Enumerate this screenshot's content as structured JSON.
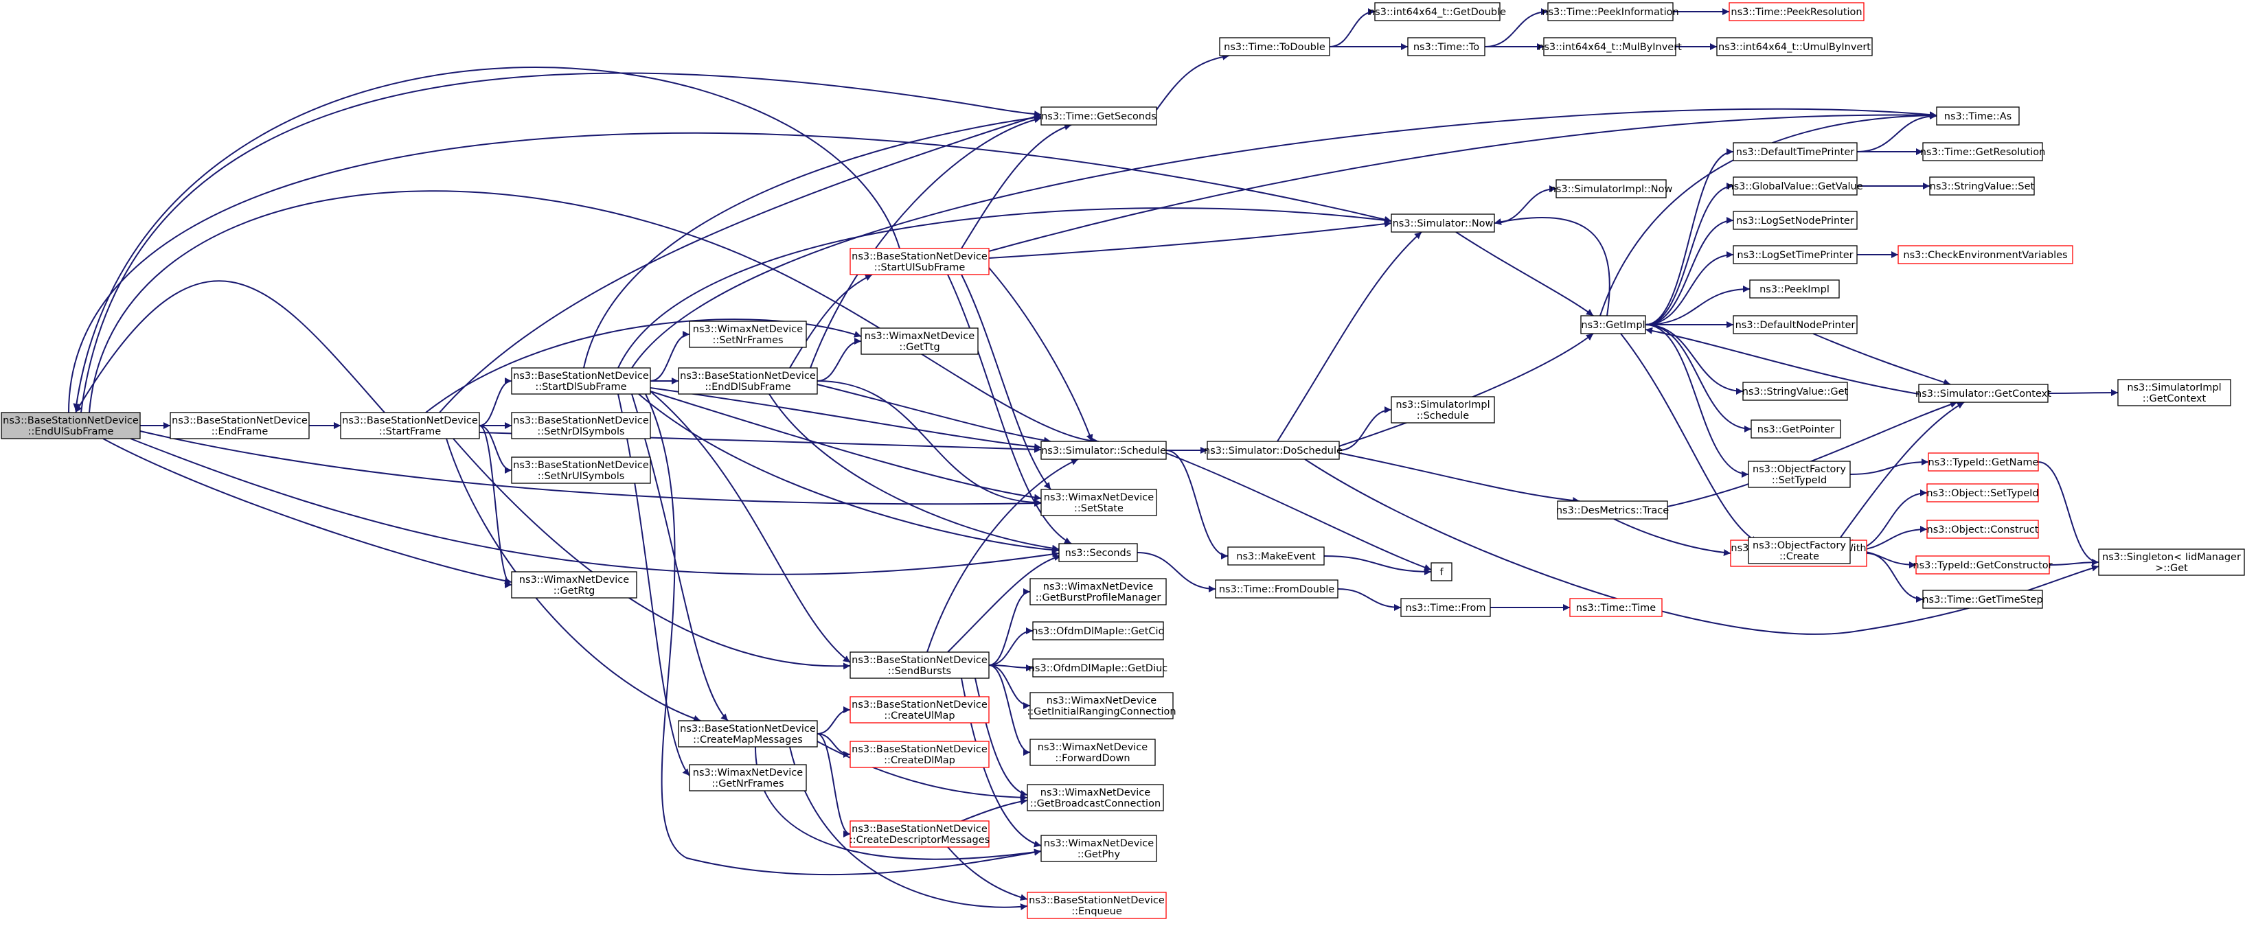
{
  "graph": {
    "colors": {
      "edge": "#191970",
      "node_border": "#000000",
      "highlight_border": "#ff0000",
      "focus_fill": "#bfbfbf",
      "node_fill": "#ffffff"
    },
    "nodes": [
      {
        "id": "n0",
        "label": [
          "ns3::BaseStationNetDevice",
          "::EndUlSubFrame"
        ],
        "style": "focus"
      },
      {
        "id": "n1",
        "label": [
          "ns3::BaseStationNetDevice",
          "::EndFrame"
        ],
        "style": "normal"
      },
      {
        "id": "n2",
        "label": [
          "ns3::BaseStationNetDevice",
          "::StartFrame"
        ],
        "style": "normal"
      },
      {
        "id": "n3",
        "label": [
          "ns3::BaseStationNetDevice",
          "::StartDlSubFrame"
        ],
        "style": "normal"
      },
      {
        "id": "n4",
        "label": [
          "ns3::BaseStationNetDevice",
          "::SetNrDlSymbols"
        ],
        "style": "normal"
      },
      {
        "id": "n5",
        "label": [
          "ns3::BaseStationNetDevice",
          "::SetNrUlSymbols"
        ],
        "style": "normal"
      },
      {
        "id": "n6",
        "label": [
          "ns3::WimaxNetDevice",
          "::GetRtg"
        ],
        "style": "normal"
      },
      {
        "id": "n7",
        "label": [
          "ns3::WimaxNetDevice",
          "::SetNrFrames"
        ],
        "style": "normal"
      },
      {
        "id": "n8",
        "label": [
          "ns3::BaseStationNetDevice",
          "::EndDlSubFrame"
        ],
        "style": "normal"
      },
      {
        "id": "n9",
        "label": [
          "ns3::BaseStationNetDevice",
          "::CreateMapMessages"
        ],
        "style": "normal"
      },
      {
        "id": "n10",
        "label": [
          "ns3::WimaxNetDevice",
          "::GetNrFrames"
        ],
        "style": "normal"
      },
      {
        "id": "n11",
        "label": [
          "ns3::BaseStationNetDevice",
          "::StartUlSubFrame"
        ],
        "style": "red"
      },
      {
        "id": "n12",
        "label": [
          "ns3::WimaxNetDevice",
          "::GetTtg"
        ],
        "style": "normal"
      },
      {
        "id": "n13",
        "label": [
          "ns3::BaseStationNetDevice",
          "::SendBursts"
        ],
        "style": "normal"
      },
      {
        "id": "n14",
        "label": [
          "ns3::BaseStationNetDevice",
          "::CreateUlMap"
        ],
        "style": "red"
      },
      {
        "id": "n15",
        "label": [
          "ns3::BaseStationNetDevice",
          "::CreateDlMap"
        ],
        "style": "red"
      },
      {
        "id": "n16",
        "label": [
          "ns3::BaseStationNetDevice",
          "::CreateDescriptorMessages"
        ],
        "style": "red"
      },
      {
        "id": "n17",
        "label": [
          "ns3::Time::GetSeconds"
        ],
        "style": "normal"
      },
      {
        "id": "n18",
        "label": [
          "ns3::Simulator::Schedule"
        ],
        "style": "normal"
      },
      {
        "id": "n19",
        "label": [
          "ns3::WimaxNetDevice",
          "::SetState"
        ],
        "style": "normal"
      },
      {
        "id": "n20",
        "label": [
          "ns3::Seconds"
        ],
        "style": "normal"
      },
      {
        "id": "n21",
        "label": [
          "ns3::WimaxNetDevice",
          "::GetBurstProfileManager"
        ],
        "style": "normal"
      },
      {
        "id": "n22",
        "label": [
          "ns3::OfdmDlMapIe::GetCid"
        ],
        "style": "normal"
      },
      {
        "id": "n23",
        "label": [
          "ns3::OfdmDlMapIe::GetDiuc"
        ],
        "style": "normal"
      },
      {
        "id": "n24",
        "label": [
          "ns3::WimaxNetDevice",
          "::GetInitialRangingConnection"
        ],
        "style": "normal"
      },
      {
        "id": "n25",
        "label": [
          "ns3::WimaxNetDevice",
          "::ForwardDown"
        ],
        "style": "normal"
      },
      {
        "id": "n26",
        "label": [
          "ns3::WimaxNetDevice",
          "::GetBroadcastConnection"
        ],
        "style": "normal"
      },
      {
        "id": "n27",
        "label": [
          "ns3::WimaxNetDevice",
          "::GetPhy"
        ],
        "style": "normal"
      },
      {
        "id": "n28",
        "label": [
          "ns3::BaseStationNetDevice",
          "::Enqueue"
        ],
        "style": "red"
      },
      {
        "id": "n29",
        "label": [
          "ns3::Time::ToDouble"
        ],
        "style": "normal"
      },
      {
        "id": "n30",
        "label": [
          "ns3::Simulator::DoSchedule"
        ],
        "style": "normal"
      },
      {
        "id": "n31",
        "label": [
          "ns3::MakeEvent"
        ],
        "style": "normal"
      },
      {
        "id": "n32",
        "label": [
          "ns3::Time::FromDouble"
        ],
        "style": "normal"
      },
      {
        "id": "n33",
        "label": [
          "ns3::int64x64_t::GetDouble"
        ],
        "style": "normal"
      },
      {
        "id": "n34",
        "label": [
          "ns3::Time::To"
        ],
        "style": "normal"
      },
      {
        "id": "n35",
        "label": [
          "ns3::Simulator::Now"
        ],
        "style": "normal"
      },
      {
        "id": "n36",
        "label": [
          "ns3::SimulatorImpl",
          "::Schedule"
        ],
        "style": "normal"
      },
      {
        "id": "n37",
        "label": [
          "ns3::DesMetrics::Trace"
        ],
        "style": "normal"
      },
      {
        "id": "n38",
        "label": [
          "f"
        ],
        "style": "normal"
      },
      {
        "id": "n39",
        "label": [
          "ns3::Time::From"
        ],
        "style": "normal"
      },
      {
        "id": "n40",
        "label": [
          "ns3::Time::PeekInformation"
        ],
        "style": "normal"
      },
      {
        "id": "n41",
        "label": [
          "ns3::int64x64_t::MulByInvert"
        ],
        "style": "normal"
      },
      {
        "id": "n42",
        "label": [
          "ns3::SimulatorImpl::Now"
        ],
        "style": "normal"
      },
      {
        "id": "n43",
        "label": [
          "ns3::GetImpl"
        ],
        "style": "normal"
      },
      {
        "id": "n44",
        "label": [
          "ns3::DesMetrics::TraceWith",
          "Context"
        ],
        "style": "red"
      },
      {
        "id": "n45",
        "label": [
          "ns3::Time::Time"
        ],
        "style": "red"
      },
      {
        "id": "n46",
        "label": [
          "ns3::Time::PeekResolution"
        ],
        "style": "red"
      },
      {
        "id": "n47",
        "label": [
          "ns3::int64x64_t::UmulByInvert"
        ],
        "style": "normal"
      },
      {
        "id": "n48",
        "label": [
          "ns3::DefaultTimePrinter"
        ],
        "style": "normal"
      },
      {
        "id": "n49",
        "label": [
          "ns3::GlobalValue::GetValue"
        ],
        "style": "normal"
      },
      {
        "id": "n50",
        "label": [
          "ns3::LogSetNodePrinter"
        ],
        "style": "normal"
      },
      {
        "id": "n51",
        "label": [
          "ns3::LogSetTimePrinter"
        ],
        "style": "normal"
      },
      {
        "id": "n52",
        "label": [
          "ns3::PeekImpl"
        ],
        "style": "normal"
      },
      {
        "id": "n53",
        "label": [
          "ns3::DefaultNodePrinter"
        ],
        "style": "normal"
      },
      {
        "id": "n54",
        "label": [
          "ns3::StringValue::Get"
        ],
        "style": "normal"
      },
      {
        "id": "n55",
        "label": [
          "ns3::GetPointer"
        ],
        "style": "normal"
      },
      {
        "id": "n56",
        "label": [
          "ns3::ObjectFactory",
          "::SetTypeId"
        ],
        "style": "normal"
      },
      {
        "id": "n57",
        "label": [
          "ns3::ObjectFactory",
          "::Create"
        ],
        "style": "normal"
      },
      {
        "id": "n58",
        "label": [
          "ns3::Time::GetTimeStep"
        ],
        "style": "normal"
      },
      {
        "id": "n59",
        "label": [
          "ns3::Time::As"
        ],
        "style": "normal"
      },
      {
        "id": "n60",
        "label": [
          "ns3::Time::GetResolution"
        ],
        "style": "normal"
      },
      {
        "id": "n61",
        "label": [
          "ns3::StringValue::Set"
        ],
        "style": "normal"
      },
      {
        "id": "n62",
        "label": [
          "ns3::CheckEnvironmentVariables"
        ],
        "style": "red"
      },
      {
        "id": "n63",
        "label": [
          "ns3::Simulator::GetContext"
        ],
        "style": "normal"
      },
      {
        "id": "n64",
        "label": [
          "ns3::TypeId::GetName"
        ],
        "style": "red"
      },
      {
        "id": "n65",
        "label": [
          "ns3::Object::SetTypeId"
        ],
        "style": "red"
      },
      {
        "id": "n66",
        "label": [
          "ns3::Object::Construct"
        ],
        "style": "red"
      },
      {
        "id": "n67",
        "label": [
          "ns3::TypeId::GetConstructor"
        ],
        "style": "red"
      },
      {
        "id": "n68",
        "label": [
          "ns3::SimulatorImpl",
          "::GetContext"
        ],
        "style": "normal"
      },
      {
        "id": "n69",
        "label": [
          "ns3::Singleton< IidManager",
          " >::Get"
        ],
        "style": "normal"
      }
    ],
    "edges": [
      [
        "n0",
        "n1"
      ],
      [
        "n0",
        "n2"
      ],
      [
        "n0",
        "n17"
      ],
      [
        "n0",
        "n35"
      ],
      [
        "n0",
        "n18"
      ],
      [
        "n0",
        "n6"
      ],
      [
        "n0",
        "n20"
      ],
      [
        "n0",
        "n19"
      ],
      [
        "n1",
        "n2"
      ],
      [
        "n2",
        "n3"
      ],
      [
        "n2",
        "n4"
      ],
      [
        "n2",
        "n5"
      ],
      [
        "n2",
        "n6"
      ],
      [
        "n2",
        "n9"
      ],
      [
        "n2",
        "n13"
      ],
      [
        "n2",
        "n17"
      ],
      [
        "n2",
        "n18"
      ],
      [
        "n2",
        "n12"
      ],
      [
        "n2",
        "n0"
      ],
      [
        "n3",
        "n7"
      ],
      [
        "n3",
        "n8"
      ],
      [
        "n3",
        "n17"
      ],
      [
        "n3",
        "n35"
      ],
      [
        "n3",
        "n59"
      ],
      [
        "n3",
        "n18"
      ],
      [
        "n3",
        "n19"
      ],
      [
        "n3",
        "n20"
      ],
      [
        "n3",
        "n10"
      ],
      [
        "n3",
        "n9"
      ],
      [
        "n3",
        "n13"
      ],
      [
        "n3",
        "n27"
      ],
      [
        "n8",
        "n11"
      ],
      [
        "n8",
        "n12"
      ],
      [
        "n8",
        "n17"
      ],
      [
        "n8",
        "n18"
      ],
      [
        "n8",
        "n19"
      ],
      [
        "n8",
        "n20"
      ],
      [
        "n11",
        "n17"
      ],
      [
        "n11",
        "n35"
      ],
      [
        "n11",
        "n59"
      ],
      [
        "n11",
        "n18"
      ],
      [
        "n11",
        "n19"
      ],
      [
        "n11",
        "n20"
      ],
      [
        "n11",
        "n0"
      ],
      [
        "n9",
        "n14"
      ],
      [
        "n9",
        "n15"
      ],
      [
        "n9",
        "n16"
      ],
      [
        "n9",
        "n26"
      ],
      [
        "n9",
        "n28"
      ],
      [
        "n9",
        "n27"
      ],
      [
        "n13",
        "n18"
      ],
      [
        "n13",
        "n20"
      ],
      [
        "n13",
        "n21"
      ],
      [
        "n13",
        "n22"
      ],
      [
        "n13",
        "n23"
      ],
      [
        "n13",
        "n24"
      ],
      [
        "n13",
        "n25"
      ],
      [
        "n13",
        "n26"
      ],
      [
        "n13",
        "n27"
      ],
      [
        "n16",
        "n26"
      ],
      [
        "n16",
        "n28"
      ],
      [
        "n17",
        "n29"
      ],
      [
        "n29",
        "n33"
      ],
      [
        "n29",
        "n34"
      ],
      [
        "n34",
        "n40"
      ],
      [
        "n34",
        "n41"
      ],
      [
        "n40",
        "n46"
      ],
      [
        "n41",
        "n47"
      ],
      [
        "n18",
        "n30"
      ],
      [
        "n18",
        "n31"
      ],
      [
        "n18",
        "n38"
      ],
      [
        "n30",
        "n36"
      ],
      [
        "n30",
        "n35"
      ],
      [
        "n30",
        "n43"
      ],
      [
        "n30",
        "n37"
      ],
      [
        "n30",
        "n69"
      ],
      [
        "n31",
        "n38"
      ],
      [
        "n20",
        "n32"
      ],
      [
        "n32",
        "n39"
      ],
      [
        "n39",
        "n45"
      ],
      [
        "n35",
        "n42"
      ],
      [
        "n35",
        "n43"
      ],
      [
        "n37",
        "n44"
      ],
      [
        "n37",
        "n63"
      ],
      [
        "n44",
        "n57"
      ],
      [
        "n44",
        "n58"
      ],
      [
        "n43",
        "n35"
      ],
      [
        "n43",
        "n48"
      ],
      [
        "n43",
        "n49"
      ],
      [
        "n43",
        "n50"
      ],
      [
        "n43",
        "n51"
      ],
      [
        "n43",
        "n52"
      ],
      [
        "n43",
        "n53"
      ],
      [
        "n43",
        "n54"
      ],
      [
        "n43",
        "n55"
      ],
      [
        "n43",
        "n56"
      ],
      [
        "n43",
        "n57"
      ],
      [
        "n43",
        "n59"
      ],
      [
        "n48",
        "n59"
      ],
      [
        "n48",
        "n60"
      ],
      [
        "n49",
        "n61"
      ],
      [
        "n51",
        "n62"
      ],
      [
        "n53",
        "n63"
      ],
      [
        "n63",
        "n68"
      ],
      [
        "n63",
        "n43"
      ],
      [
        "n56",
        "n64"
      ],
      [
        "n57",
        "n65"
      ],
      [
        "n57",
        "n66"
      ],
      [
        "n57",
        "n67"
      ],
      [
        "n57",
        "n63"
      ],
      [
        "n64",
        "n69"
      ],
      [
        "n67",
        "n69"
      ]
    ]
  }
}
